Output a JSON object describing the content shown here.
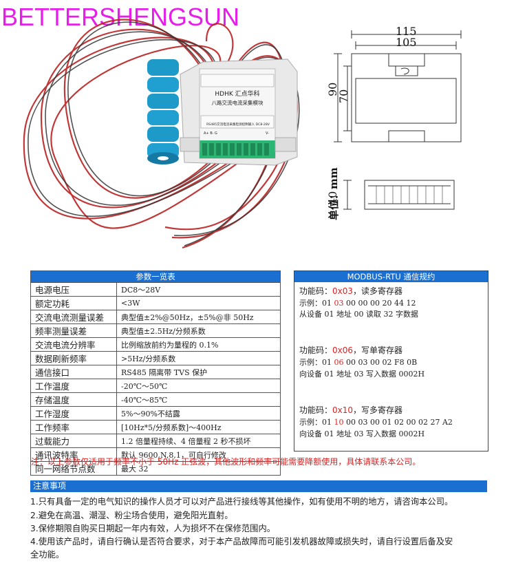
{
  "brand": "BETTERSHENGSUN",
  "module": {
    "title": "HDHK 汇点华科",
    "subtitle": "八路交流电流采集模块",
    "bottom_label": "RS485交流电流采集检测控制输入 DC8-28V",
    "pins": "A+ B- G",
    "pin_right": "V-"
  },
  "drawing": {
    "width_outer": "115",
    "width_inner": "105",
    "height_outer": "90",
    "height_inner": "70",
    "depth": "40",
    "unit_label": "单位：mm"
  },
  "params": {
    "header": "参数一览表",
    "rows": [
      {
        "k": "电源电压",
        "v": "DC8～28V"
      },
      {
        "k": "额定功耗",
        "v": "<3W"
      },
      {
        "k": "交流电流测量误差",
        "v": "典型值±2%@50Hz，±5%@非 50Hz"
      },
      {
        "k": "频率测量误差",
        "v": "典型值±2.5Hz/分频系数"
      },
      {
        "k": "交流电流分辨率",
        "v": "比例缩放前约为量程的 0.1%"
      },
      {
        "k": "数据刷新频率",
        "v": ">5Hz/分频系数"
      },
      {
        "k": "通信接口",
        "v": "RS485 隔离带 TVS 保护"
      },
      {
        "k": "工作温度",
        "v": "-20℃～50℃"
      },
      {
        "k": "存储温度",
        "v": "-40℃～85℃"
      },
      {
        "k": "工作湿度",
        "v": "5%～90%不结露"
      },
      {
        "k": "工作频率",
        "v": "[10Hz*5/分频系数]～400Hz"
      },
      {
        "k": "过载能力",
        "v": "1.2 倍量程持续、4 倍量程 2 秒不损坏"
      },
      {
        "k": "通讯波特率",
        "v": "默认 9600,N,8,1，可自行修改"
      },
      {
        "k": "同一网络节点数",
        "v": "最大 32"
      }
    ]
  },
  "modbus": {
    "header": "MODBUS-RTU 通信规约",
    "blocks": [
      {
        "fn_prefix": "功能码：",
        "fn_code": "0x03",
        "fn_suffix": "，读多寄存器",
        "ex_prefix": "示例：01 ",
        "ex_code": "03",
        "ex_suffix": " 00 00 00 20 44 12",
        "desc": "从设备 01 地址 00 读取 32 字数据"
      },
      {
        "fn_prefix": "功能码：",
        "fn_code": "0x06",
        "fn_suffix": "，写单寄存器",
        "ex_prefix": "示例：01 ",
        "ex_code": "06",
        "ex_suffix": " 00 03 00 02 F8 0B",
        "desc": "向设备 01 地址 03 写入数据 0002H"
      },
      {
        "fn_prefix": "功能码：",
        "fn_code": "0x10",
        "fn_suffix": "，写多寄存器",
        "ex_prefix": "示例：01 ",
        "ex_code": "10",
        "ex_suffix": " 00 03 00 01 02 00 02 27 A2",
        "desc": "向设备 01 地址 03 写入数据 0002H"
      }
    ]
  },
  "note": "注：以上参数仅适用于频率不小于 50Hz 正弦波，其他波形和频率可能需要降额使用，具体请联系本公司。",
  "notice": {
    "header": "注意事项",
    "items": [
      "1.只有具备一定的电气知识的操作人员才可以对产品进行接线等其他操作，如有使用不明的地方，请咨询本公司。",
      "2.避免在高温、潮湿、粉尘场合使用，避免阳光直射。",
      "3.保修期限自购买日期起一年内有效，人为损坏不在保修范围内。",
      "4.使用该产品时，请自行确认是否符合要求，对于本产品故障而可能引发机器故障或损失时，请自行设置后备及安",
      "全功能。"
    ]
  },
  "colors": {
    "brand": "#e61fe8",
    "header_blue": "#1a6fd0",
    "accent_red": "#e02020"
  }
}
